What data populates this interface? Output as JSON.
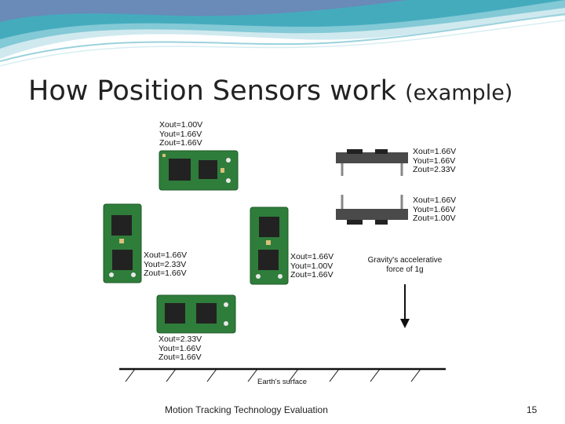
{
  "slide": {
    "title": "How Position Sensors work",
    "title_suffix": "(example)",
    "footer": "Motion Tracking Technology Evaluation",
    "page_number": "15",
    "accent_colors": {
      "wave_teal": "#3aa6b9",
      "wave_purple": "#8a6fb5",
      "wave_light": "#cfe9ef"
    }
  },
  "figure": {
    "readouts": [
      {
        "x": "Xout=1.00V",
        "y": "Yout=1.66V",
        "z": "Zout=1.66V"
      },
      {
        "x": "Xout=1.66V",
        "y": "Yout=2.33V",
        "z": "Zout=1.66V"
      },
      {
        "x": "Xout=1.66V",
        "y": "Yout=1.00V",
        "z": "Zout=1.66V"
      },
      {
        "x": "Xout=2.33V",
        "y": "Yout=1.66V",
        "z": "Zout=1.66V"
      },
      {
        "x": "Xout=1.66V",
        "y": "Yout=1.66V",
        "z": "Zout=2.33V"
      },
      {
        "x": "Xout=1.66V",
        "y": "Yout=1.66V",
        "z": "Zout=1.00V"
      }
    ],
    "gravity_label_line1": "Gravity's accelerative",
    "gravity_label_line2": "force of 1g",
    "earth_label": "Earth's surface",
    "board_color": "#2f7d3a",
    "chip_color": "#222222"
  }
}
